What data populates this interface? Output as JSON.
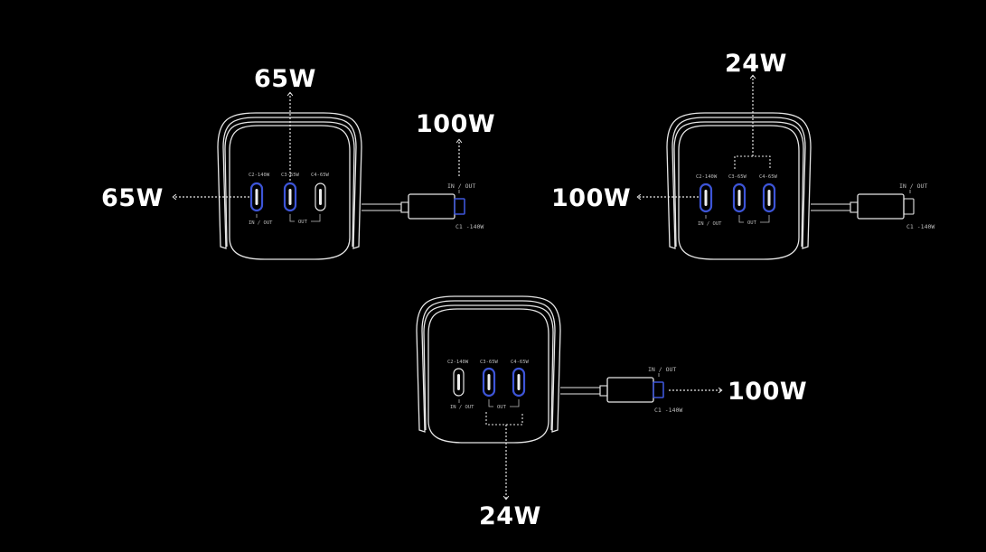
{
  "colors": {
    "background": "#000000",
    "outline": "#e6e6e6",
    "active_port": "#3d55d8",
    "label": "#ffffff"
  },
  "scenarios": [
    {
      "name": "scenario-a",
      "ports": [
        {
          "id": "C2",
          "label": "C2-140W",
          "active": true
        },
        {
          "id": "C3",
          "label": "C3-65W",
          "active": true
        },
        {
          "id": "C4",
          "label": "C4-65W",
          "active": false
        }
      ],
      "port_group_labels": {
        "c2": "IN / OUT",
        "c3c4": "OUT"
      },
      "cable": {
        "top_label": "IN / OUT",
        "bottom_label": "C1 -140W",
        "active": true
      },
      "callouts": {
        "c2": "65W",
        "c3": "65W",
        "cable": "100W"
      }
    },
    {
      "name": "scenario-b",
      "ports": [
        {
          "id": "C2",
          "label": "C2-140W",
          "active": true
        },
        {
          "id": "C3",
          "label": "C3-65W",
          "active": true
        },
        {
          "id": "C4",
          "label": "C4-65W",
          "active": true
        }
      ],
      "port_group_labels": {
        "c2": "IN / OUT",
        "c3c4": "OUT"
      },
      "cable": {
        "top_label": "IN / OUT",
        "bottom_label": "C1 -140W",
        "active": false
      },
      "callouts": {
        "c2": "100W",
        "c3c4": "24W"
      }
    },
    {
      "name": "scenario-c",
      "ports": [
        {
          "id": "C2",
          "label": "C2-140W",
          "active": false
        },
        {
          "id": "C3",
          "label": "C3-65W",
          "active": true
        },
        {
          "id": "C4",
          "label": "C4-65W",
          "active": true
        }
      ],
      "port_group_labels": {
        "c2": "IN / OUT",
        "c3c4": "OUT"
      },
      "cable": {
        "top_label": "IN / OUT",
        "bottom_label": "C1 -140W",
        "active": true
      },
      "callouts": {
        "c3c4": "24W",
        "cable": "100W"
      }
    }
  ]
}
